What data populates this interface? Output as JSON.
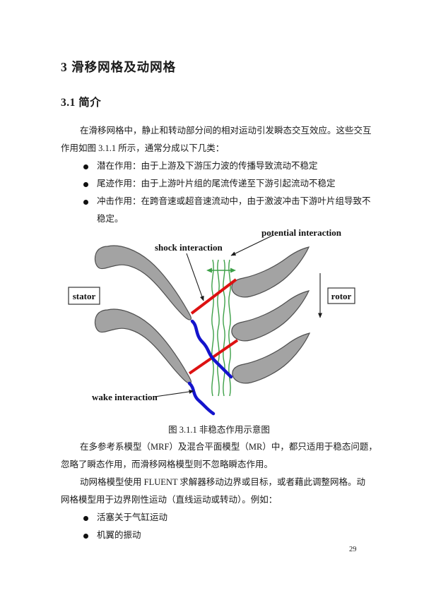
{
  "page_number": "29",
  "heading": {
    "chapter": "3 滑移网格及动网格",
    "section": "3.1 简介"
  },
  "intro": {
    "l1": "在滑移网格中，静止和转动部分间的相对运动引发瞬态交互效应。这些交互",
    "l2": "作用如图 3.1.1 所示，通常分成以下几类："
  },
  "interaction_bullets": [
    {
      "text": "潜在作用：由于上游及下游压力波的传播导致流动不稳定"
    },
    {
      "text": "尾迹作用：由于上游叶片组的尾流传递至下游引起流动不稳定"
    },
    {
      "text": "冲击作用：在跨音速或超音速流动中，由于激波冲击下游叶片组导致不",
      "text2": "稳定。"
    }
  ],
  "figure": {
    "caption": "图 3.1.1 非稳态作用示意图",
    "labels": {
      "potential": "potential interaction",
      "shock": "shock interaction",
      "wake": "wake interaction",
      "stator": "stator",
      "rotor": "rotor"
    },
    "colors": {
      "shock_line": "#dd1111",
      "wake_line": "#1414cc",
      "wave_line": "#3da048",
      "blade_fill": "#a3a3a3",
      "blade_stroke": "#4f4f4f"
    }
  },
  "mrf": {
    "l1": "在多参考系模型（MRF）及混合平面模型（MR）中，都只适用于稳态问题，",
    "l2": "忽略了瞬态作用，而滑移网格模型则不忽略瞬态作用。"
  },
  "dynamic": {
    "l1": "动网格模型使用 FLUENT 求解器移动边界或目标，或者藉此调整网格。动",
    "l2": "网格模型用于边界刚性运动（直线运动或转动）。例如："
  },
  "example_bullets": [
    {
      "text": "活塞关于气缸运动"
    },
    {
      "text": "机翼的振动"
    }
  ]
}
